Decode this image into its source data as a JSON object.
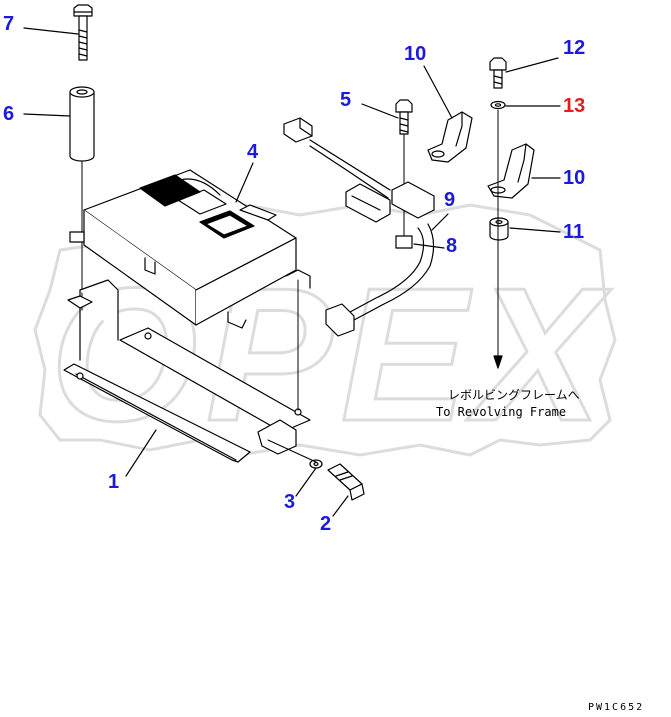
{
  "callouts": [
    {
      "id": "c1",
      "number": "1"
    },
    {
      "id": "c2",
      "number": "2"
    },
    {
      "id": "c3",
      "number": "3"
    },
    {
      "id": "c4",
      "number": "4"
    },
    {
      "id": "c5",
      "number": "5"
    },
    {
      "id": "c6",
      "number": "6"
    },
    {
      "id": "c7",
      "number": "7"
    },
    {
      "id": "c8",
      "number": "8"
    },
    {
      "id": "c9",
      "number": "9"
    },
    {
      "id": "c10a",
      "number": "10"
    },
    {
      "id": "c10b",
      "number": "10"
    },
    {
      "id": "c11",
      "number": "11"
    },
    {
      "id": "c12",
      "number": "12"
    },
    {
      "id": "c13",
      "number": "13"
    }
  ],
  "colors": {
    "callout": "#1a1adc",
    "callout_highlight": "#e01e1e",
    "line": "#000000",
    "watermark": "#dcdcdc"
  },
  "note": {
    "japanese": "レボルビングフレームへ",
    "english": "To Revolving Frame"
  },
  "drawing_code": "PW1C652",
  "watermark_text": "OPEX"
}
